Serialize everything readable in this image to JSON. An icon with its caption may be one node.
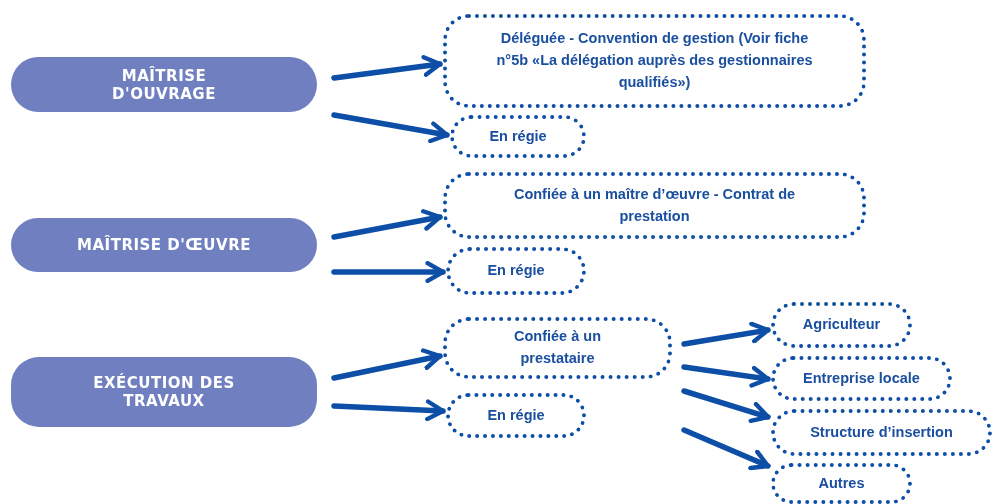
{
  "diagram": {
    "nodes": [
      {
        "text": [
          "MAÎTRISE D'OUVRAGE"
        ]
      },
      {
        "text": [
          "Déléguée - Convention de gestion (Voir fiche n°5b «La délégation auprès des gestionnaires qualifiés»)"
        ]
      },
      {
        "text": [
          "En régie"
        ]
      },
      {
        "text": [
          "MAÎTRISE D'ŒUVRE"
        ]
      },
      {
        "text": [
          "Confiée à un maître d’œuvre - Contrat de prestation"
        ]
      },
      {
        "text": [
          "En régie"
        ]
      },
      {
        "text": [
          "EXÉCUTION DES TRAVAUX"
        ]
      },
      {
        "text": [
          "Confiée à un prestataire"
        ]
      },
      {
        "text": [
          "En régie"
        ]
      },
      {
        "text": [
          "Agriculteur"
        ]
      },
      {
        "text": [
          "Entreprise locale"
        ]
      },
      {
        "text": [
          "Structure d’insertion"
        ]
      },
      {
        "text": [
          "Autres"
        ]
      }
    ],
    "edges": [
      {
        "from": 0,
        "to": 1,
        "arrow": "to"
      },
      {
        "from": 0,
        "to": 2,
        "arrow": "to"
      },
      {
        "from": 3,
        "to": 4,
        "arrow": "to"
      },
      {
        "from": 3,
        "to": 5,
        "arrow": "to"
      },
      {
        "from": 6,
        "to": 7,
        "arrow": "to"
      },
      {
        "from": 6,
        "to": 8,
        "arrow": "to"
      },
      {
        "from": 7,
        "to": 9,
        "arrow": "to"
      },
      {
        "from": 7,
        "to": 10,
        "arrow": "to"
      },
      {
        "from": 7,
        "to": 11,
        "arrow": "to"
      },
      {
        "from": 7,
        "to": 12,
        "arrow": "to"
      }
    ]
  }
}
